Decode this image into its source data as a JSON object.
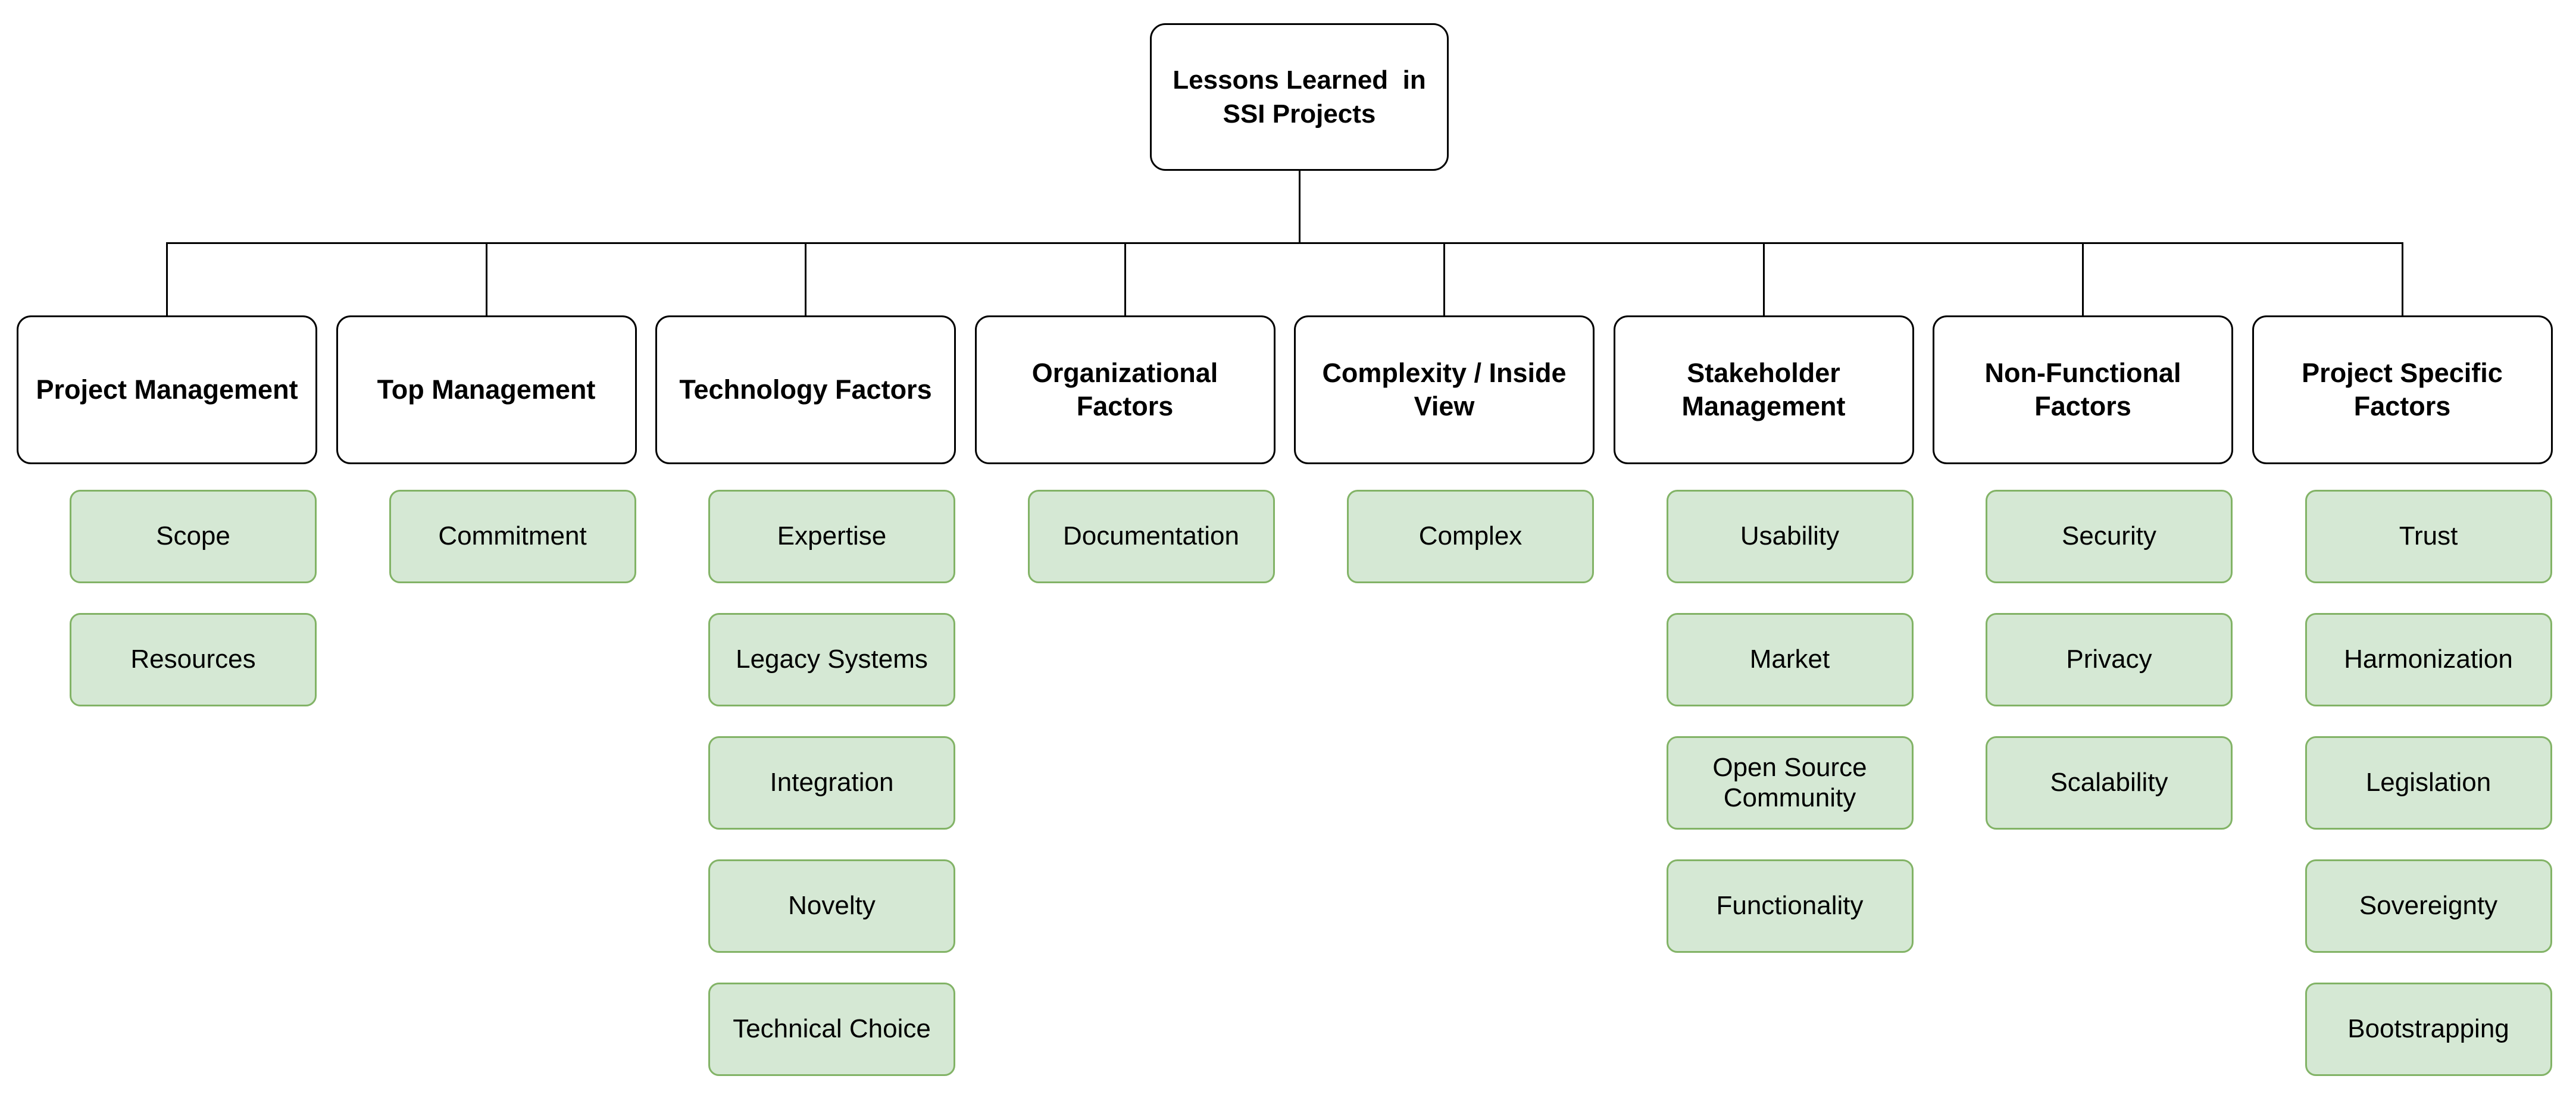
{
  "diagram": {
    "root": {
      "label": "Lessons Learned  in\nSSI Projects"
    },
    "colors": {
      "box_fill": "#ffffff",
      "box_border": "#000000",
      "child_fill": "#d5e8d4",
      "child_border": "#82b366",
      "line": "#000000"
    },
    "columns": [
      {
        "title": "Project Management",
        "children": [
          "Scope",
          "Resources"
        ]
      },
      {
        "title": "Top Management",
        "children": [
          "Commitment"
        ]
      },
      {
        "title": "Technology Factors",
        "children": [
          "Expertise",
          "Legacy Systems",
          "Integration",
          "Novelty",
          "Technical Choice"
        ]
      },
      {
        "title": "Organizational\nFactors",
        "children": [
          "Documentation"
        ]
      },
      {
        "title": "Complexity / Inside\nView",
        "children": [
          "Complex"
        ]
      },
      {
        "title": "Stakeholder\nManagement",
        "children": [
          "Usability",
          "Market",
          "Open Source\nCommunity",
          "Functionality"
        ]
      },
      {
        "title": "Non-Functional\nFactors",
        "children": [
          "Security",
          "Privacy",
          "Scalability"
        ]
      },
      {
        "title": "Project Specific\nFactors",
        "children": [
          "Trust",
          "Harmonization",
          "Legislation",
          "Sovereignty",
          "Bootstrapping"
        ]
      }
    ]
  }
}
